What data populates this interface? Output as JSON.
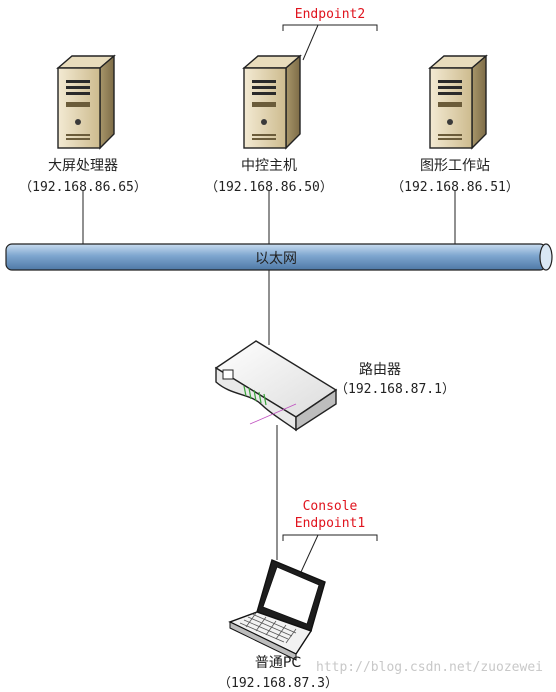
{
  "nodes": {
    "display_processor": {
      "name": "大屏处理器",
      "ip": "（192.168.86.65）"
    },
    "central_host": {
      "name": "中控主机",
      "ip": "（192.168.86.50）"
    },
    "graphics_workstation": {
      "name": "图形工作站",
      "ip": "（192.168.86.51）"
    },
    "router": {
      "name": "路由器",
      "ip": "（192.168.87.1）"
    },
    "pc": {
      "name": "普通PC",
      "ip": "（192.168.87.3）"
    }
  },
  "bus": {
    "label": "以太网"
  },
  "annotations": {
    "endpoint2": "Endpoint2",
    "console": "Console",
    "endpoint1": "Endpoint1"
  },
  "watermark": "http://blog.csdn.net/zuozewei",
  "colors": {
    "annotation": "#e0141e",
    "bus": "#7ea6cf",
    "server": "#d9c9a0"
  }
}
